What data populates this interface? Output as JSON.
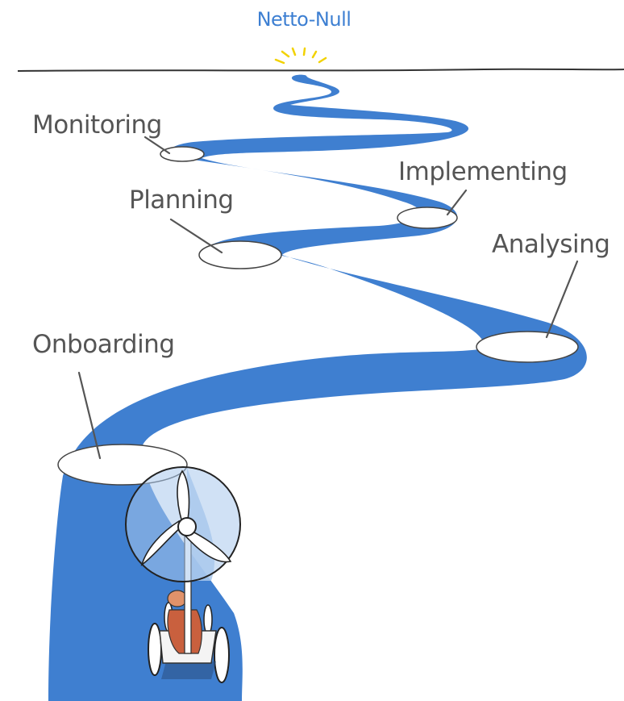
{
  "goal": {
    "title": "Netto-Null",
    "color": "#3d7fd2"
  },
  "stages": [
    {
      "id": "onboarding",
      "label": "Onboarding"
    },
    {
      "id": "analysing",
      "label": "Analysing"
    },
    {
      "id": "planning",
      "label": "Planning"
    },
    {
      "id": "implementing",
      "label": "Implementing"
    },
    {
      "id": "monitoring",
      "label": "Monitoring"
    }
  ],
  "colors": {
    "road": "#3f7fd0",
    "road_light": "#a9c8ec",
    "milestone": "#ffffff",
    "ink": "#444444",
    "label": "#555555",
    "sun": "#f2d200"
  },
  "illustration": {
    "vehicle": "wind-turbine-powered cart",
    "horizon": "horizon-line",
    "sun": "sunrise-icon"
  }
}
